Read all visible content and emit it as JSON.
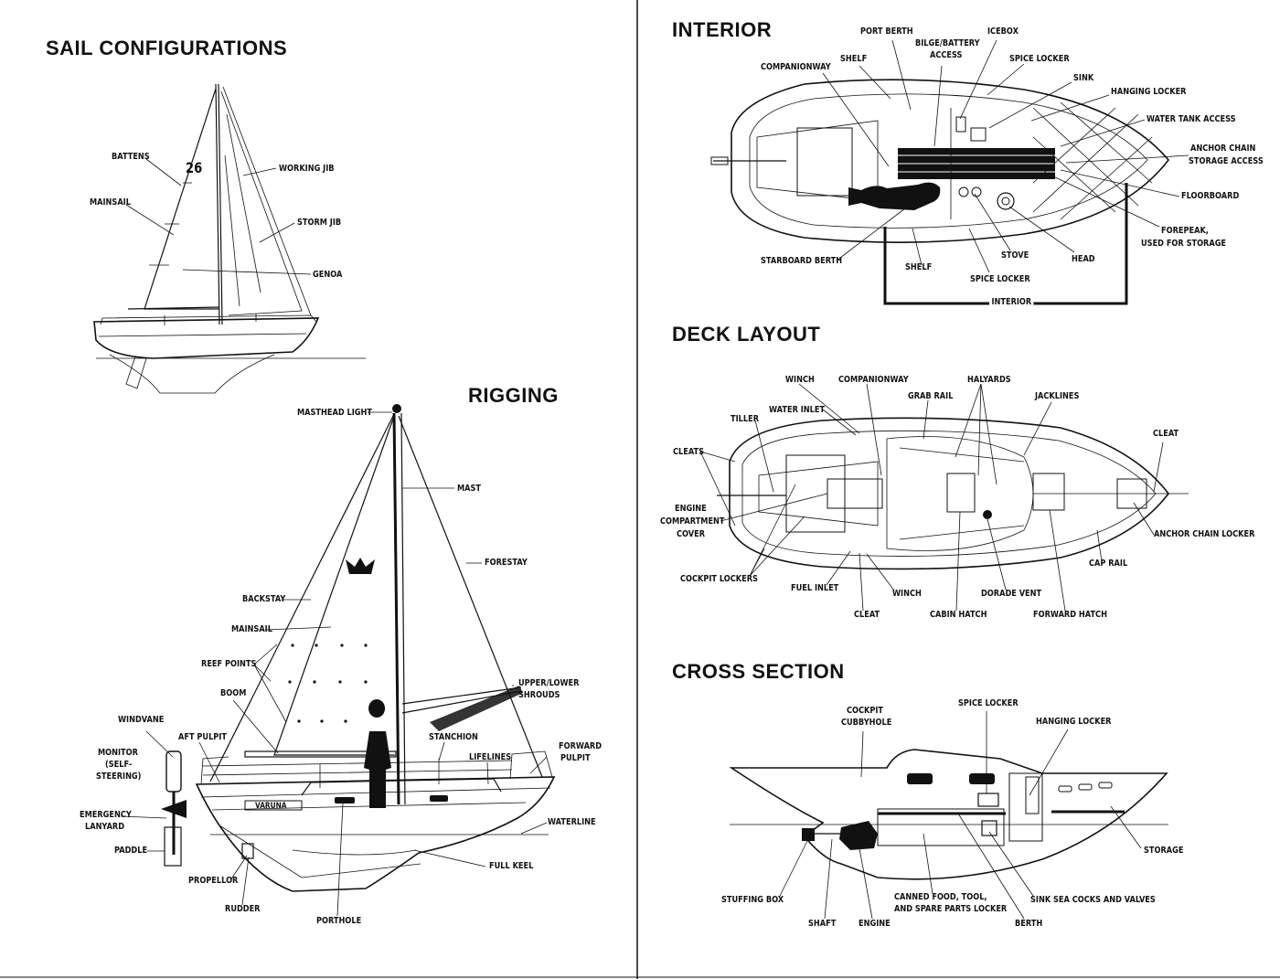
{
  "page": {
    "divider_color": "#111111",
    "ink_color": "#111111"
  },
  "sail": {
    "heading": "SAIL CONFIGURATIONS",
    "sail_number": "26",
    "labels": {
      "battens": "BATTENS",
      "mainsail": "MAINSAIL",
      "working_jib": "WORKING JIB",
      "storm_jib": "STORM JIB",
      "genoa": "GENOA"
    }
  },
  "rigging": {
    "heading": "RIGGING",
    "boat_name": "VARUNA",
    "labels": {
      "masthead_light": "MASTHEAD LIGHT",
      "mast": "MAST",
      "forestay": "FORESTAY",
      "backstay": "BACKSTAY",
      "mainsail": "MAINSAIL",
      "reef_points": "REEF POINTS",
      "upper_lower_shrouds_1": "UPPER/LOWER",
      "upper_lower_shrouds_2": "SHROUDS",
      "boom": "BOOM",
      "windvane": "WINDVANE",
      "monitor_1": "MONITOR",
      "monitor_2": "(SELF-",
      "monitor_3": "STEERING)",
      "aft_pulpit": "AFT PULPIT",
      "stanchion": "STANCHION",
      "lifelines": "LIFELINES",
      "forward_pulpit_1": "FORWARD",
      "forward_pulpit_2": "PULPIT",
      "emergency_lanyard_1": "EMERGENCY",
      "emergency_lanyard_2": "LANYARD",
      "waterline": "WATERLINE",
      "paddle": "PADDLE",
      "propellor": "PROPELLOR",
      "full_keel": "FULL KEEL",
      "rudder": "RUDDER",
      "porthole": "PORTHOLE"
    }
  },
  "interior": {
    "heading": "INTERIOR",
    "labels": {
      "port_berth": "PORT BERTH",
      "bilge_1": "BILGE/BATTERY",
      "bilge_2": "ACCESS",
      "icebox": "ICEBOX",
      "shelf_top": "SHELF",
      "spice_locker_top": "SPICE LOCKER",
      "companionway": "COMPANIONWAY",
      "sink": "SINK",
      "hanging_locker": "HANGING LOCKER",
      "water_tank_access": "WATER TANK ACCESS",
      "anchor_chain_1": "ANCHOR CHAIN",
      "anchor_chain_2": "STORAGE ACCESS",
      "floorboard": "FLOORBOARD",
      "forepeak_1": "FOREPEAK,",
      "forepeak_2": "USED FOR STORAGE",
      "starboard_berth": "STARBOARD BERTH",
      "shelf_bottom": "SHELF",
      "stove": "STOVE",
      "head": "HEAD",
      "spice_locker_bottom": "SPICE LOCKER",
      "interior_bar": "INTERIOR"
    }
  },
  "deck": {
    "heading": "DECK LAYOUT",
    "labels": {
      "winch_top": "WINCH",
      "companionway": "COMPANIONWAY",
      "halyards": "HALYARDS",
      "grab_rail": "GRAB RAIL",
      "jacklines": "JACKLINES",
      "water_inlet": "WATER INLET",
      "tiller": "TILLER",
      "cleat_right": "CLEAT",
      "cleats": "CLEATS",
      "engine_1": "ENGINE",
      "engine_2": "COMPARTMENT",
      "engine_3": "COVER",
      "anchor_chain_locker": "ANCHOR CHAIN LOCKER",
      "cap_rail": "CAP RAIL",
      "cockpit_lockers": "COCKPIT LOCKERS",
      "fuel_inlet": "FUEL INLET",
      "winch_bottom": "WINCH",
      "dorade_vent": "DORADE VENT",
      "cleat_bottom": "CLEAT",
      "cabin_hatch": "CABIN HATCH",
      "forward_hatch": "FORWARD HATCH"
    }
  },
  "cross": {
    "heading": "CROSS SECTION",
    "labels": {
      "cockpit_1": "COCKPIT",
      "cockpit_2": "CUBBYHOLE",
      "spice_locker": "SPICE LOCKER",
      "hanging_locker": "HANGING LOCKER",
      "storage": "STORAGE",
      "stuffing_box": "STUFFING BOX",
      "canned_1": "CANNED FOOD, TOOL,",
      "canned_2": "AND SPARE PARTS LOCKER",
      "sink_sea_cocks": "SINK SEA COCKS AND VALVES",
      "shaft": "SHAFT",
      "engine": "ENGINE",
      "berth": "BERTH"
    }
  }
}
